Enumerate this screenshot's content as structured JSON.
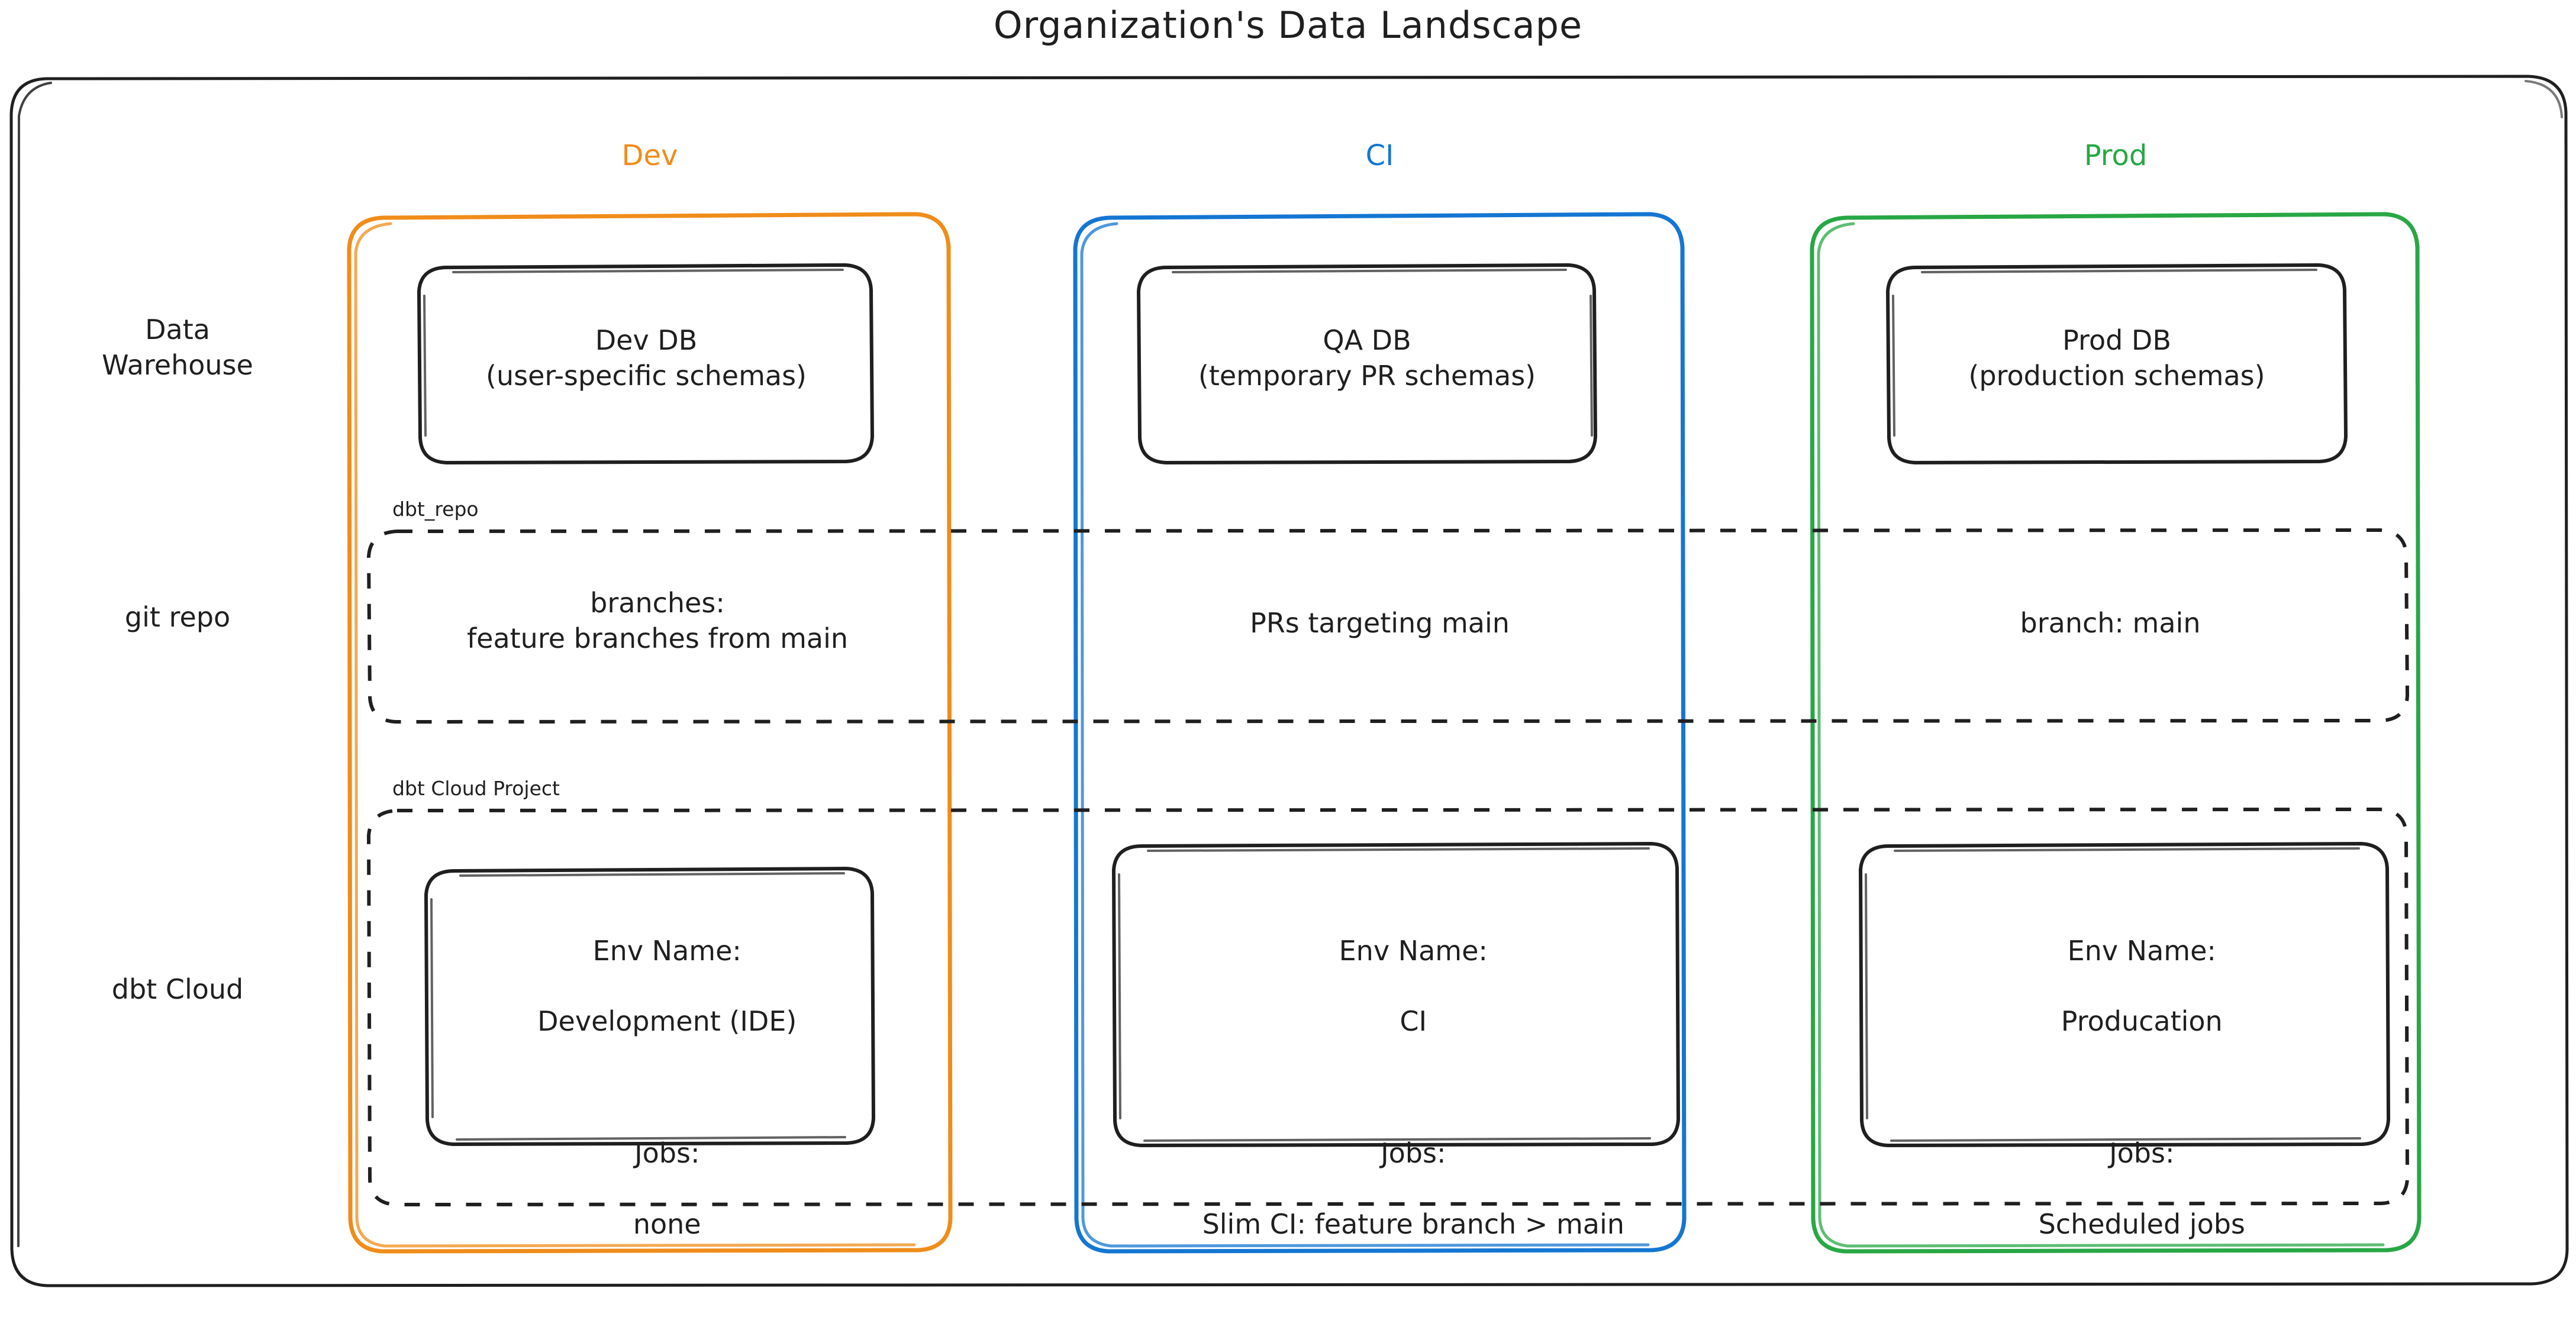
{
  "title": "Organization's Data Landscape",
  "colors": {
    "dev": "#f08c1a",
    "ci": "#1476d2",
    "prod": "#28a745",
    "stroke": "#1f1f1f",
    "background": "#ffffff"
  },
  "columns": [
    {
      "key": "dev",
      "label": "Dev"
    },
    {
      "key": "ci",
      "label": "CI"
    },
    {
      "key": "prod",
      "label": "Prod"
    }
  ],
  "rows": [
    {
      "key": "data-warehouse",
      "label": "Data\nWarehouse"
    },
    {
      "key": "git-repo",
      "label": "git repo"
    },
    {
      "key": "dbt-cloud",
      "label": "dbt Cloud"
    }
  ],
  "groups": {
    "git_repo": {
      "label": "dbt_repo"
    },
    "dbt_cloud": {
      "label": "dbt Cloud Project"
    }
  },
  "cells": {
    "warehouse": {
      "dev": "Dev DB\n(user-specific schemas)",
      "ci": "QA DB\n(temporary PR schemas)",
      "prod": "Prod DB\n(production schemas)"
    },
    "git": {
      "dev": "branches:\nfeature branches from main",
      "ci": "PRs targeting main",
      "prod": "branch: main"
    },
    "cloud": {
      "dev": {
        "env_heading": "Env Name:",
        "env_value": "Development (IDE)",
        "jobs_heading": "Jobs:",
        "jobs_value": "none"
      },
      "ci": {
        "env_heading": "Env Name:",
        "env_value": "CI",
        "jobs_heading": "Jobs:",
        "jobs_value": "Slim CI: feature branch > main"
      },
      "prod": {
        "env_heading": "Env Name:",
        "env_value": "Producation",
        "jobs_heading": "Jobs:",
        "jobs_value": "Scheduled jobs"
      }
    }
  }
}
